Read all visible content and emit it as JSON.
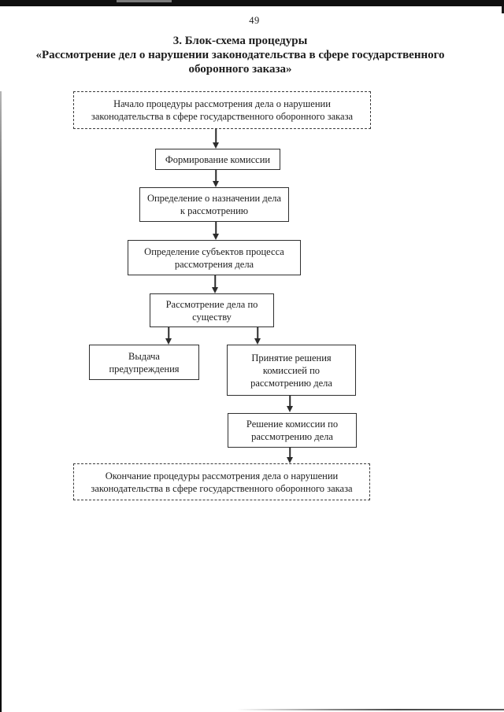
{
  "page": {
    "number": "49",
    "title_lines": [
      "3. Блок-схема процедуры",
      "«Рассмотрение дел о нарушении законодательства в сфере государственного",
      "оборонного заказа»"
    ]
  },
  "colors": {
    "background": "#ffffff",
    "ink": "#1d1d1d",
    "box_border": "#2f2f2f"
  },
  "flowchart": {
    "nodes": [
      {
        "id": "start",
        "style": "dashed",
        "lines": [
          "Начало процедуры рассмотрения дела о нарушении",
          "законодательства в сфере государственного оборонного заказа"
        ]
      },
      {
        "id": "formation",
        "style": "solid",
        "lines": [
          "Формирование комиссии"
        ]
      },
      {
        "id": "appointment",
        "style": "solid",
        "lines": [
          "Определение о назначении дела",
          "к рассмотрению"
        ]
      },
      {
        "id": "subjects",
        "style": "solid",
        "lines": [
          "Определение субъектов процесса",
          "рассмотрения дела"
        ]
      },
      {
        "id": "merits",
        "style": "solid",
        "lines": [
          "Рассмотрение дела по",
          "существу"
        ]
      },
      {
        "id": "warning",
        "style": "solid",
        "lines": [
          "Выдача",
          "предупреждения"
        ]
      },
      {
        "id": "decision-making",
        "style": "solid",
        "lines": [
          "Принятие решения",
          "комиссией по",
          "рассмотрению дела"
        ]
      },
      {
        "id": "commission-decision",
        "style": "solid",
        "lines": [
          "Решение комиссии по",
          "рассмотрению дела"
        ]
      },
      {
        "id": "end",
        "style": "dashed",
        "lines": [
          "Окончание процедуры рассмотрения дела о нарушении",
          "законодательства в сфере государственного оборонного заказа"
        ]
      }
    ]
  }
}
